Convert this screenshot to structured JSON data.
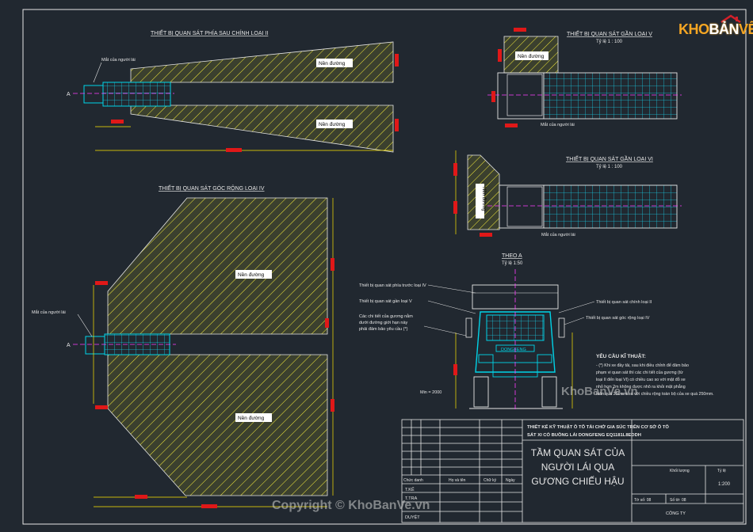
{
  "sheet": {
    "titles": {
      "rear_mirror": "THIẾT BỊ QUAN SÁT PHÍA SAU CHÍNH LOẠI II",
      "wide_mirror": "THIẾT BỊ QUAN SÁT GÓC RỘNG LOẠI IV",
      "near_mirror_v": "THIẾT BỊ QUAN SÁT GẦN LOẠI V",
      "near_mirror_vi": "THIẾT BỊ QUAN SÁT GẦN LOẠI VI",
      "view_a": "THEO A"
    },
    "scales": {
      "v": "Tỷ lệ 1 : 100",
      "vi": "Tỷ lệ 1 : 100",
      "a": "Tỷ lệ 1:50"
    },
    "labels": {
      "road": "Nền đường",
      "driver_eye": "Mắt của người lái",
      "point_a": "A"
    },
    "view_a_callouts": [
      "Thiết bị quan sát phía trước loại IV",
      "Thiết bị quan sát gần loại V",
      "Các chi tiết của gương nằm",
      "dưới đường giới hạn này",
      "phải đảm bảo yêu cầu (*)",
      "Thiết bị quan sát chính loại II",
      "Thiết bị quan sát góc rộng loại IV"
    ],
    "ground_clearance": "Min = 2000",
    "truck_brand": "DONGFENG",
    "requirements": {
      "heading": "YÊU CẦU KĨ THUẬT:",
      "lines": [
        "- (*) Khi xe đầy tải, sau khi điều chỉnh để đảm bảo",
        "phạm vi quan sát thì các chi tiết của gương (từ",
        "loại II đến loại VI) có chiều cao so với mặt đỗ xe",
        "nhỏ hơn 2m không được nhô ra khỏi mặt phẳng",
        "biên quá 250mm so với chiều rộng toàn bộ của xe quá 250mm."
      ]
    },
    "title_block": {
      "project_line1": "THIẾT KẾ KỸ THUẬT Ô TÔ TẢI CHỞ GIA SÚC TRÊN CƠ SỞ Ô TÔ",
      "project_line2": "SÁT XI CÓ BUỒNG LÁI DONGFENG EQ1181L8EDDH",
      "drawing_title_1": "TẦM QUAN SÁT CỦA",
      "drawing_title_2": "NGƯỜI LÁI QUA",
      "drawing_title_3": "GƯƠNG CHIẾU HẬU",
      "col_headers": [
        "Chức danh",
        "Họ và tên",
        "Chữ ký",
        "Ngày"
      ],
      "roles": [
        "T.KẾ",
        "T.TRA",
        "DUYỆT"
      ],
      "right_headers": [
        "Khối lượng",
        "Tỷ lệ"
      ],
      "scale_value": "1:200",
      "sheet_info": [
        "Tờ số: 08",
        "Số tờ: 08"
      ],
      "company": "CÔNG TY"
    }
  },
  "watermarks": {
    "logo_kho": "KHO",
    "logo_ban": "BẢN",
    "logo_ve": "VẼ",
    "mid": "KhoBanVe.vn",
    "copyright": "Copyright © KhoBanVe.vn"
  },
  "colors": {
    "background": "#212830",
    "hatch": "#f5ec3c",
    "frame": "#e6e6e6",
    "cabin": "#00d4e8",
    "dimension": "#ffe600",
    "dimension_text_box": "#e01818",
    "magenta": "#ff3cff"
  }
}
